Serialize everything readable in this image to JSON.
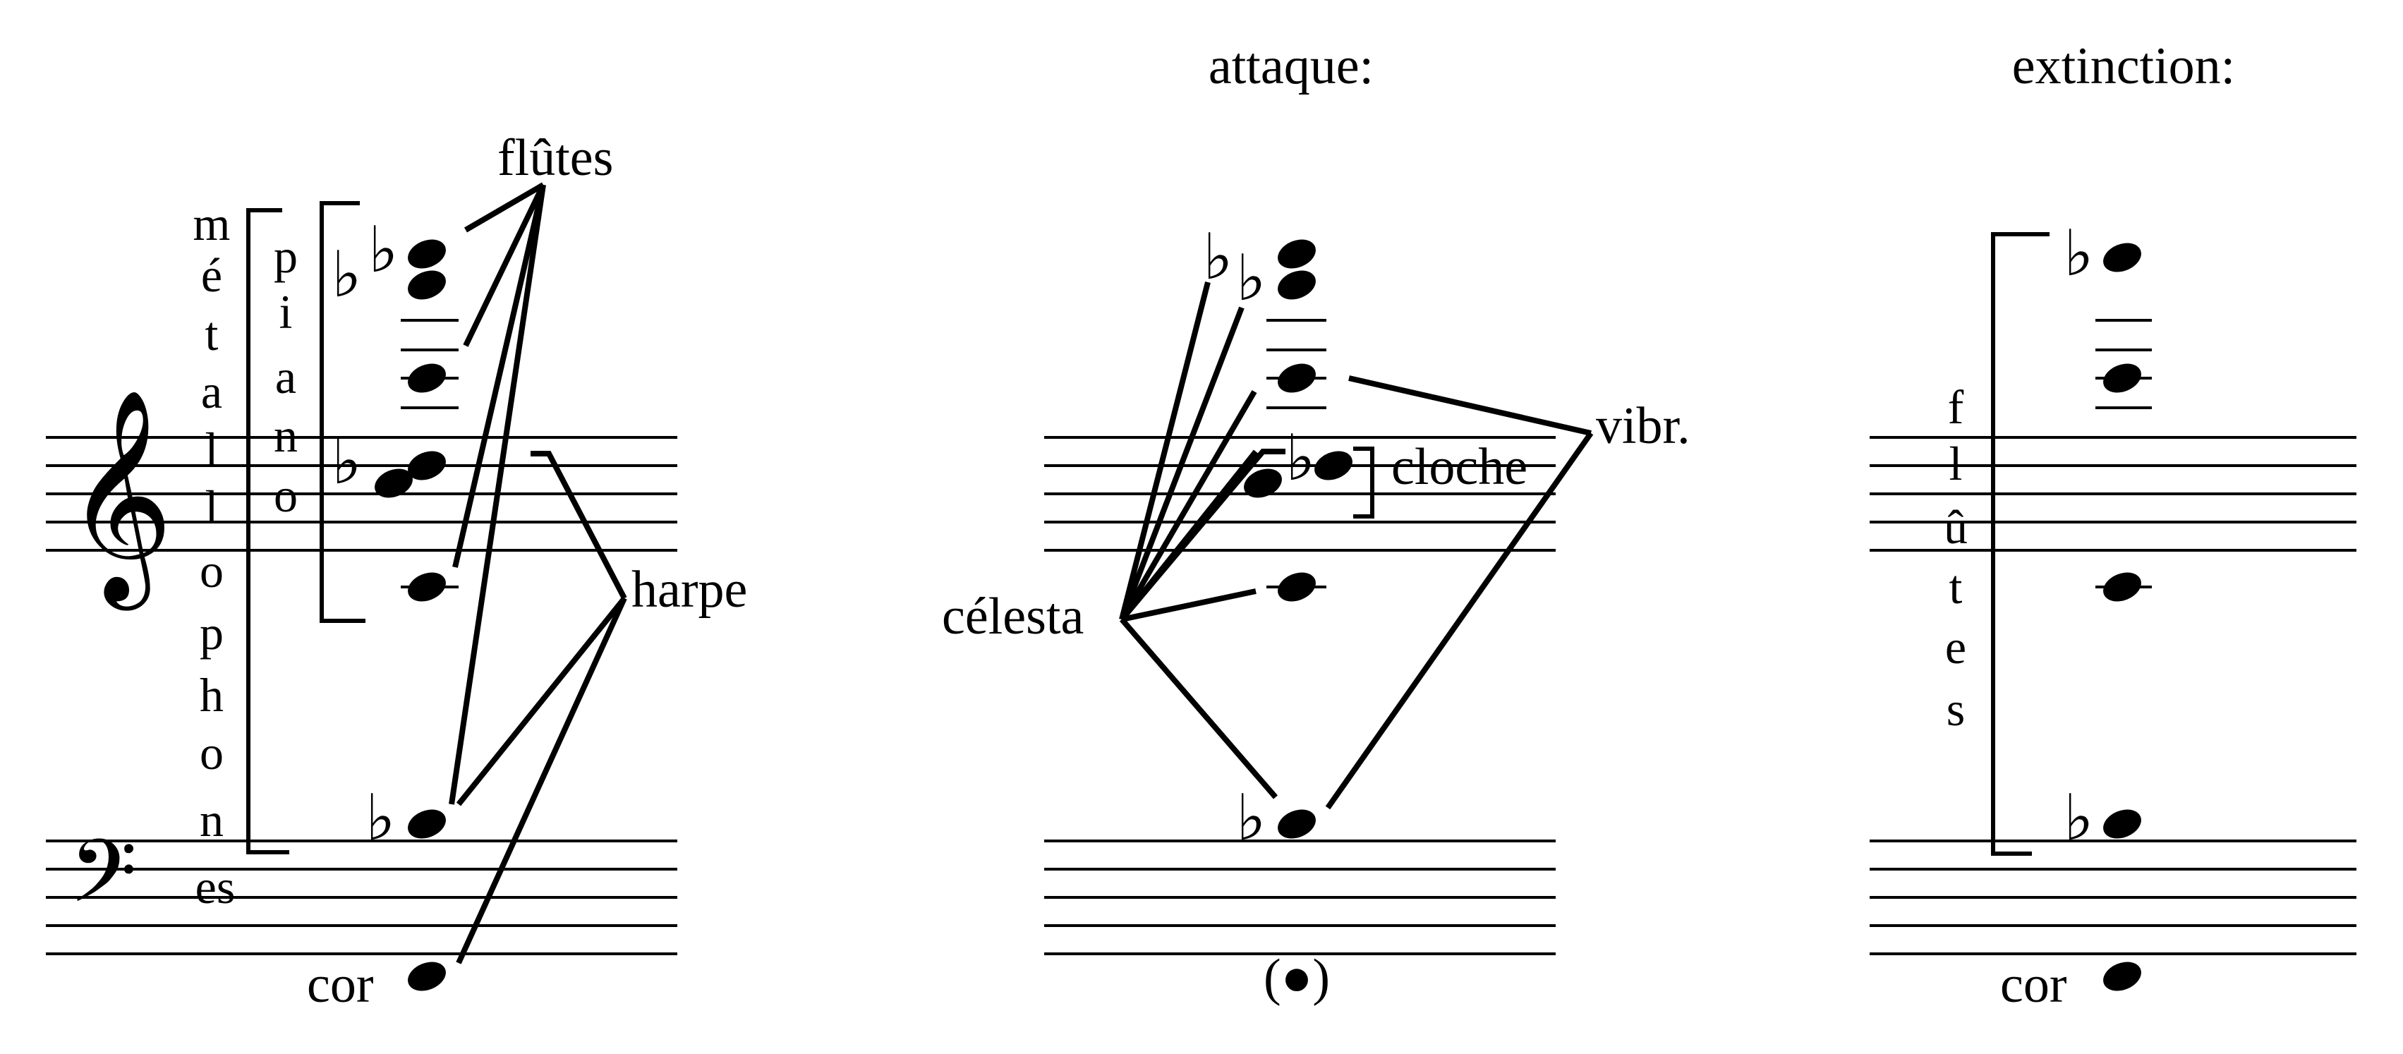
{
  "headings": {
    "attack": "attaque:",
    "extinction": "extinction:"
  },
  "labels": {
    "flutes_top": "flûtes",
    "harpe": "harpe",
    "cor_left": "cor",
    "celesta": "célesta",
    "cloche": "cloche",
    "vibr": "vibr.",
    "cor_right": "cor",
    "paren_note": "(●)"
  },
  "vertical_labels": {
    "metallophones": [
      "m",
      "é",
      "t",
      "a",
      "l",
      "l",
      "o",
      "p",
      "h",
      "o",
      "n",
      "es"
    ],
    "piano": [
      "p",
      "i",
      "a",
      "n",
      "o"
    ],
    "flutes": [
      "f",
      "l",
      "û",
      "t",
      "e",
      "s"
    ]
  },
  "icons": {
    "treble_clef": "treble-clef-icon",
    "bass_clef": "bass-clef-icon",
    "flat": "flat-icon"
  },
  "glyphs": {
    "treble_clef": "𝄞",
    "bass_clef": "𝄢",
    "flat": "♭"
  }
}
